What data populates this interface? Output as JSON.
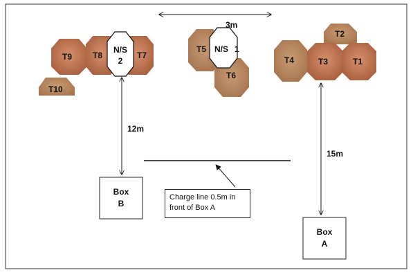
{
  "diagram": {
    "distance_top": "3m",
    "distance_left": "12m",
    "distance_right": "15m",
    "charge_note": "Charge line 0.5m in front of Box A",
    "box_b": {
      "line1": "Box",
      "line2": "B"
    },
    "box_a": {
      "line1": "Box",
      "line2": "A"
    },
    "no_shoot_1": {
      "line1": "N/S",
      "line2": "1"
    },
    "no_shoot_2": {
      "line1": "N/S",
      "line2": "2"
    },
    "targets": {
      "t1": "T1",
      "t2": "T2",
      "t3": "T3",
      "t4": "T4",
      "t5": "T5",
      "t6": "T6",
      "t7": "T7",
      "t8": "T8",
      "t9": "T9",
      "t10": "T10"
    },
    "colors": {
      "target_fill": "#c07a56",
      "target_fill_light": "#b88b63",
      "no_shoot_fill": "#ffffff",
      "line": "#111111"
    }
  }
}
